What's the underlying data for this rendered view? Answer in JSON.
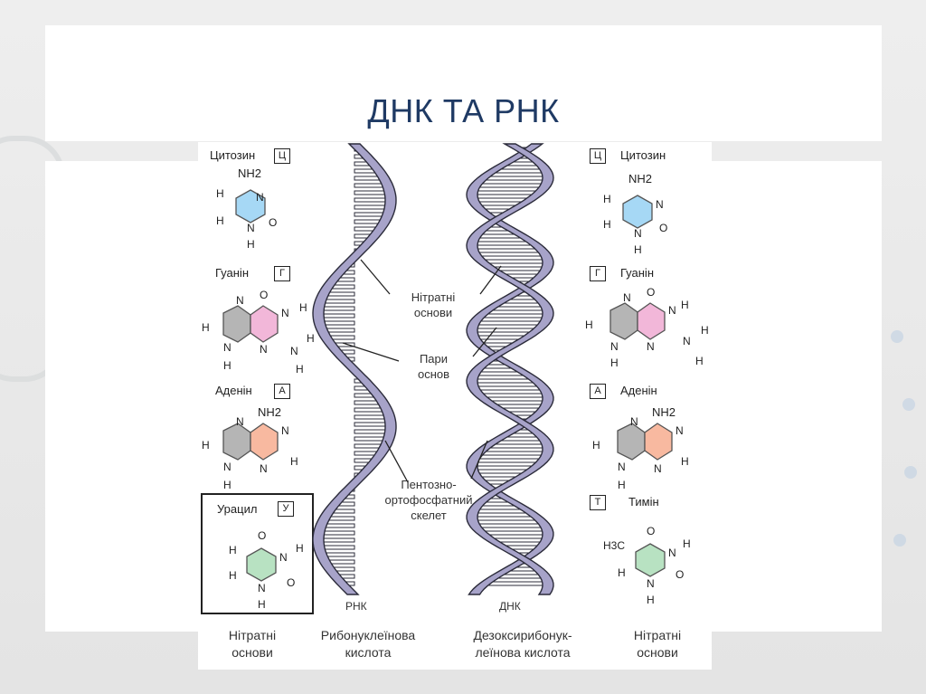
{
  "slide": {
    "title": "ДНК ТА РНК"
  },
  "colors": {
    "title": "#1f3a64",
    "helix_fill": "#a7a3c9",
    "helix_stroke": "#2b2b3a",
    "cytosine_ring": "#a6d8f5",
    "guanine_ring": "#f2b7d9",
    "adenine_ring": "#f8b9a0",
    "purine_side_ring": "#b5b5b5",
    "uracil_ring": "#b8e2c2",
    "thymine_ring": "#b8e2c2"
  },
  "left_bases": {
    "cytosine": {
      "name": "Цитозин",
      "code": "Ц"
    },
    "guanine": {
      "name": "Гуанін",
      "code": "Г"
    },
    "adenine": {
      "name": "Аденін",
      "code": "А"
    },
    "uracil": {
      "name": "Урацил",
      "code": "У"
    }
  },
  "right_bases": {
    "cytosine": {
      "name": "Цитозин",
      "code": "Ц"
    },
    "guanine": {
      "name": "Гуанін",
      "code": "Г"
    },
    "adenine": {
      "name": "Аденін",
      "code": "А"
    },
    "thymine": {
      "name": "Тимін",
      "code": "Т"
    }
  },
  "center_labels": {
    "nitrogen_bases": [
      "Нітратні",
      "основи"
    ],
    "base_pairs": [
      "Пари",
      "основ"
    ],
    "backbone": [
      "Пентозно-",
      "ортофосфатний",
      "скелет"
    ]
  },
  "helix_labels": {
    "rna": "РНК",
    "dna": "ДНК"
  },
  "bottom_labels": {
    "left": [
      "Нітратні",
      "основи"
    ],
    "rna": [
      "Рибонуклеїнова",
      "кислота"
    ],
    "dna": [
      "Дезоксирибонук-",
      "леїнова кислота"
    ],
    "right": [
      "Нітратні",
      "основи"
    ]
  },
  "atoms": {
    "nh2": "NH2",
    "n": "N",
    "h": "H",
    "o": "O",
    "h3c": "H3C"
  }
}
